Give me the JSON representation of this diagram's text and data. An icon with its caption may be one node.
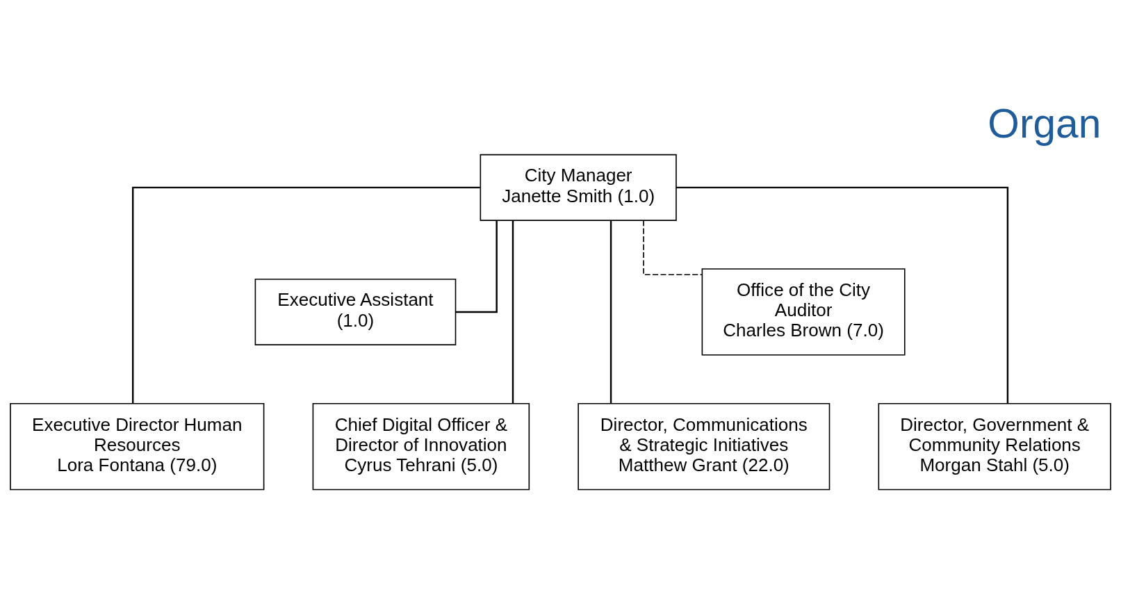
{
  "diagram": {
    "title": "Organ",
    "nodes": [
      {
        "text": [
          "City Manager",
          "Janette Smith (1.0)"
        ]
      },
      {
        "text": [
          "Executive Assistant (1.0)"
        ]
      },
      {
        "text": [
          "Office of the City Auditor",
          "Charles Brown (7.0)"
        ]
      },
      {
        "text": [
          "Executive Director Human Resources",
          "Lora Fontana (79.0)"
        ]
      },
      {
        "text": [
          "Chief Digital Officer & Director of Innovation",
          "Cyrus Tehrani (5.0)"
        ]
      },
      {
        "text": [
          "Director, Communications & Strategic Initiatives",
          "Matthew Grant (22.0)"
        ]
      },
      {
        "text": [
          "Director, Government & Community Relations",
          "Morgan Stahl (5.0)"
        ]
      }
    ],
    "edges": [
      {
        "from": 0,
        "to": 1,
        "arrow": "none"
      },
      {
        "from": 0,
        "to": 2,
        "arrow": "none",
        "style": "dashed"
      },
      {
        "from": 0,
        "to": 3,
        "arrow": "none"
      },
      {
        "from": 0,
        "to": 4,
        "arrow": "none"
      },
      {
        "from": 0,
        "to": 5,
        "arrow": "none"
      },
      {
        "from": 0,
        "to": 6,
        "arrow": "none"
      }
    ]
  }
}
